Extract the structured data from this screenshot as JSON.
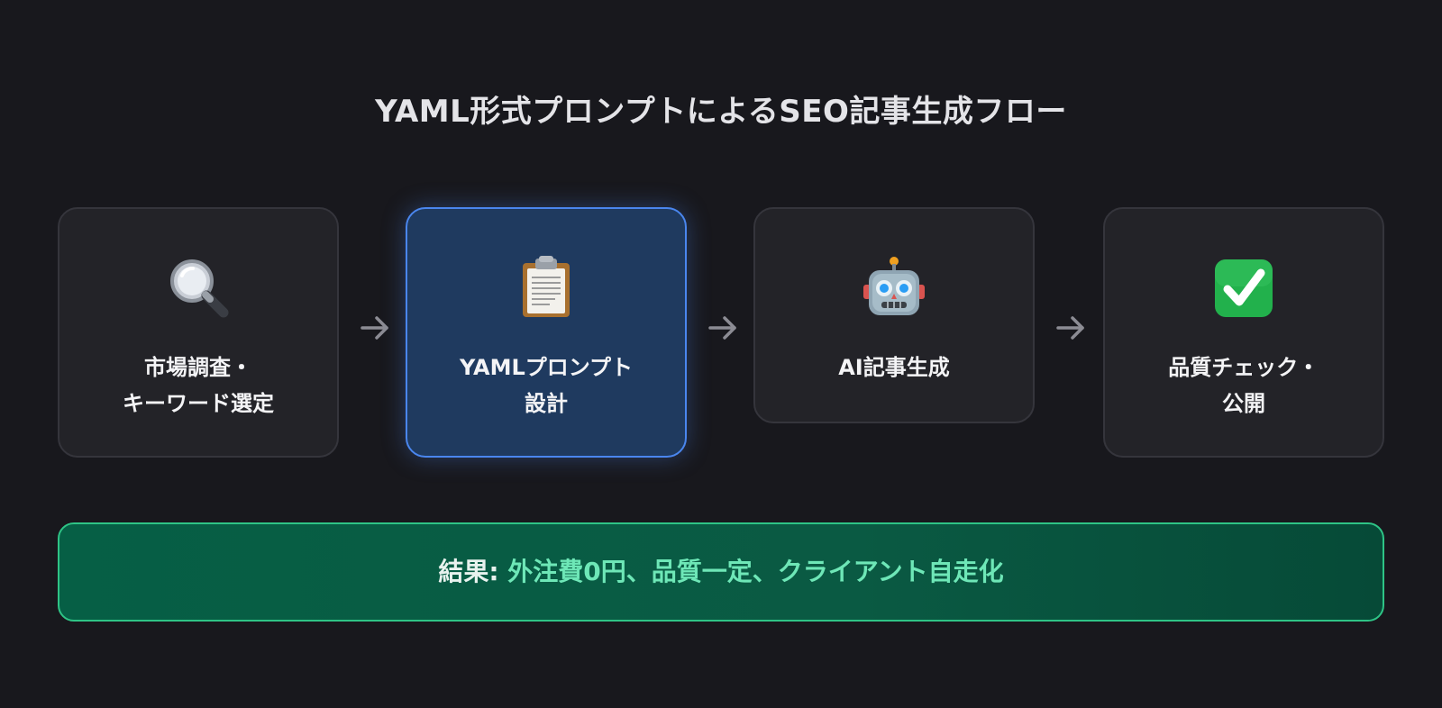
{
  "title": "YAML形式プロンプトによるSEO記事生成フロー",
  "steps": [
    {
      "icon": "magnifying-glass-icon",
      "label_line1": "市場調査・",
      "label_line2": "キーワード選定",
      "active": false
    },
    {
      "icon": "clipboard-icon",
      "label_line1": "YAMLプロンプト",
      "label_line2": "設計",
      "active": true
    },
    {
      "icon": "robot-icon",
      "label_line1": "AI記事生成",
      "label_line2": "",
      "active": false
    },
    {
      "icon": "check-mark-icon",
      "label_line1": "品質チェック・",
      "label_line2": "公開",
      "active": false
    }
  ],
  "result": {
    "prefix": "結果:",
    "value": "外注費0円、品質一定、クライアント自走化"
  },
  "colors": {
    "background": "#18181d",
    "card": "#232328",
    "active_card": "#1f3a5f",
    "active_border": "#4a86ee",
    "result_border": "#2ec486",
    "result_text": "#6ee7b7",
    "check_green": "#22b14c"
  }
}
